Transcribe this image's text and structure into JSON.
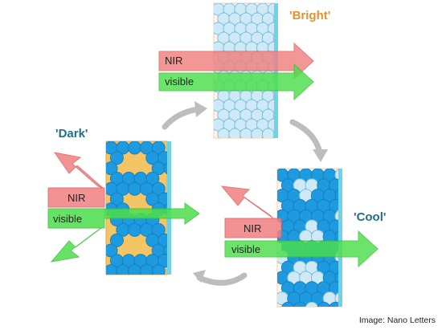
{
  "states": {
    "bright": {
      "label": "'Bright'",
      "color": "#e8902c"
    },
    "dark": {
      "label": "'Dark'",
      "color": "#1f6f8b"
    },
    "cool": {
      "label": "'Cool'",
      "color": "#1f6f8b"
    }
  },
  "bands": {
    "nir": "NIR",
    "visible": "visible"
  },
  "colors": {
    "nir_fill": "#f08080",
    "visible_fill": "#4cdf4c",
    "sphere_hollow": "#cfeaf6",
    "sphere_solid": "#1e9be0",
    "matrix_yellow": "#f3c565",
    "substrate": "#6fd3e8",
    "cycle_arrow": "#bdbdbd"
  },
  "credit": "Image: Nano Letters"
}
